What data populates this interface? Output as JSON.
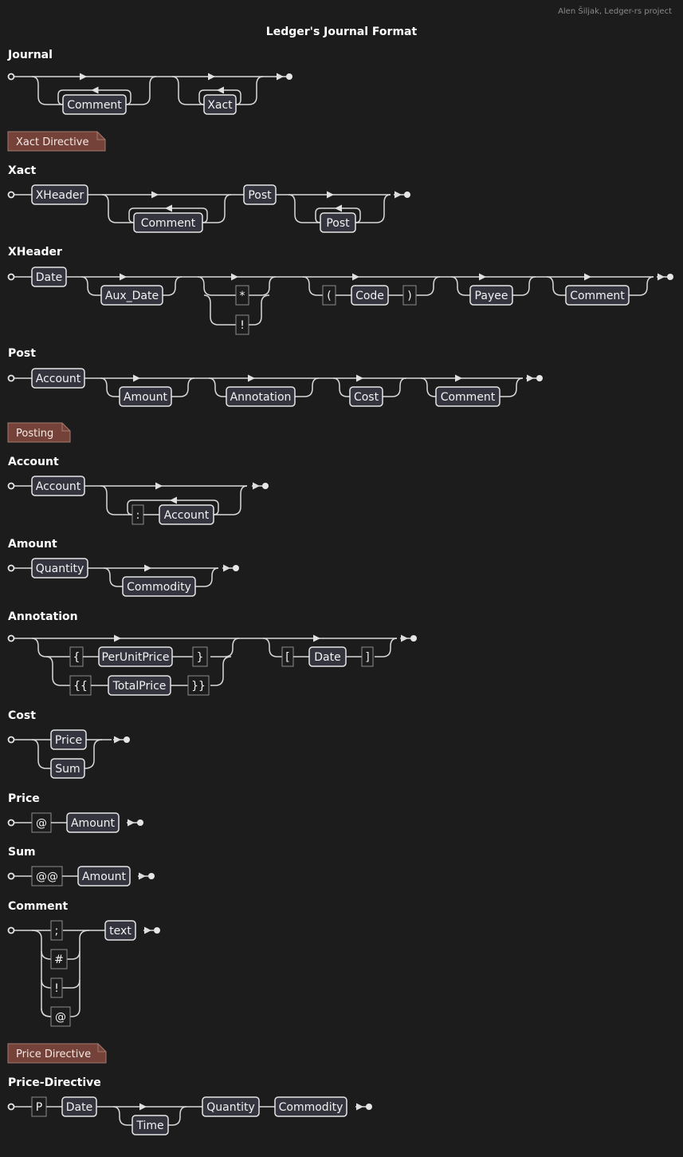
{
  "header": {
    "title": "Ledger's Journal Format",
    "credit": "Alen Šiljak, Ledger-rs project"
  },
  "notes": {
    "xact_directive": "Xact Directive",
    "posting": "Posting",
    "price_directive": "Price Directive"
  },
  "rules": {
    "journal": {
      "name": "Journal",
      "items": [
        "Comment",
        "Xact"
      ]
    },
    "xact": {
      "name": "Xact",
      "items": [
        "XHeader",
        "Comment",
        "Post",
        "Post"
      ]
    },
    "xheader": {
      "name": "XHeader",
      "items": [
        "Date",
        "Aux_Date",
        "*",
        "!",
        "(",
        "Code",
        ")",
        "Payee",
        "Comment"
      ]
    },
    "post": {
      "name": "Post",
      "items": [
        "Account",
        "Amount",
        "Annotation",
        "Cost",
        "Comment"
      ]
    },
    "account": {
      "name": "Account",
      "items": [
        "Account",
        ":",
        "Account"
      ]
    },
    "amount": {
      "name": "Amount",
      "items": [
        "Quantity",
        "Commodity"
      ]
    },
    "annotation": {
      "name": "Annotation",
      "items": [
        "{",
        "PerUnitPrice",
        "}",
        "{{",
        "TotalPrice",
        "}}",
        "[",
        "Date",
        "]"
      ]
    },
    "cost": {
      "name": "Cost",
      "items": [
        "Price",
        "Sum"
      ]
    },
    "price": {
      "name": "Price",
      "items": [
        "@",
        "Amount"
      ]
    },
    "sum": {
      "name": "Sum",
      "items": [
        "@@",
        "Amount"
      ]
    },
    "comment": {
      "name": "Comment",
      "items": [
        ";",
        "#",
        "!",
        "@",
        "text"
      ]
    },
    "price_directive": {
      "name": "Price-Directive",
      "items": [
        "P",
        "Date",
        "Time",
        "Quantity",
        "Commodity"
      ]
    }
  }
}
